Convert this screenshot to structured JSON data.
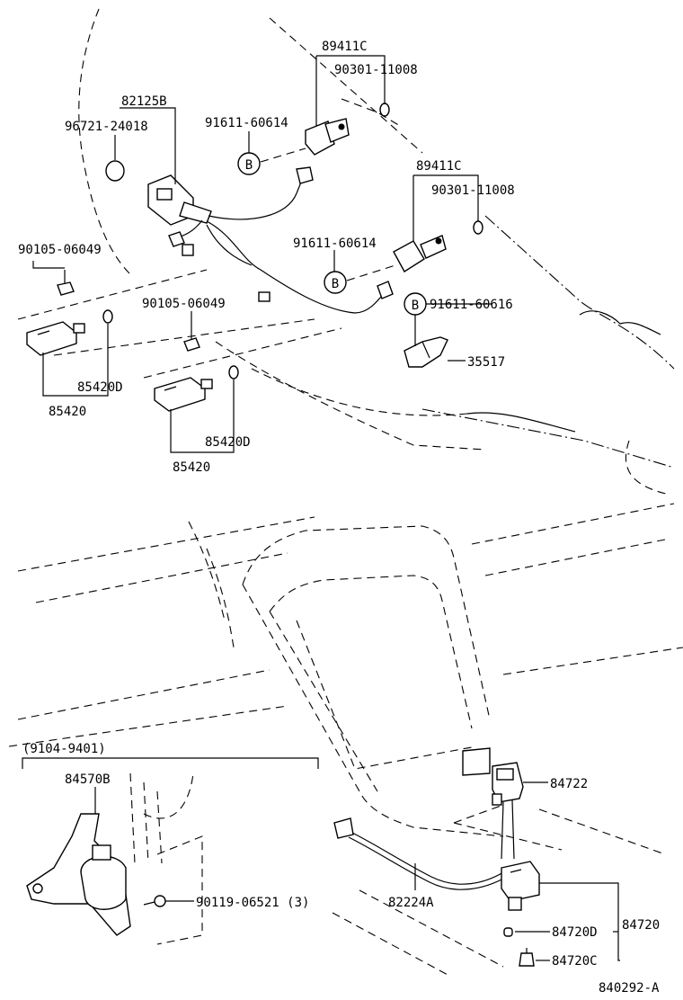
{
  "diagram_id": "840292-A",
  "callouts": {
    "c_89411C_a": "89411C",
    "c_90301_a": "90301-11008",
    "c_82125B": "82125B",
    "c_96721": "96721-24018",
    "c_91611_60614_a": "91611-60614",
    "c_B1": "B",
    "c_89411C_b": "89411C",
    "c_90301_b": "90301-11008",
    "c_90105_a": "90105-06049",
    "c_91611_60614_b": "91611-60614",
    "c_B2": "B",
    "c_B3": "B",
    "c_91611_60616": "91611-60616",
    "c_90105_b": "90105-06049",
    "c_35517": "35517",
    "c_85420D_a": "85420D",
    "c_85420_a": "85420",
    "c_85420D_b": "85420D",
    "c_85420_b": "85420",
    "c_range": "(9104-9401)",
    "c_84570B": "84570B",
    "c_84722": "84722",
    "c_90119": "90119-06521 (3)",
    "c_82224A": "82224A",
    "c_84720": "84720",
    "c_84720D": "84720D",
    "c_84720C": "84720C"
  }
}
